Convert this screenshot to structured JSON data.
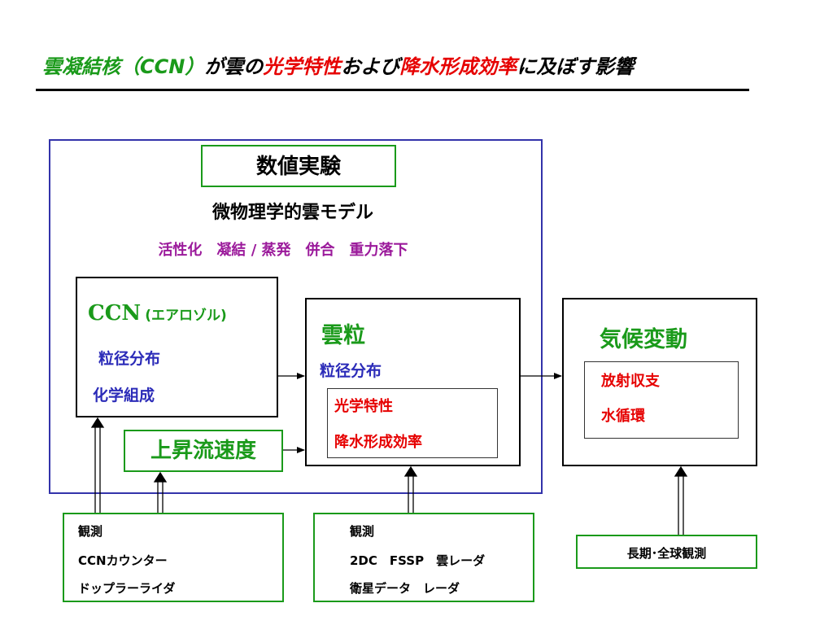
{
  "title": {
    "part1": "雲凝結核（CCN）",
    "part2": "が雲の",
    "part3": "光学特性",
    "part4": "および",
    "part5": "降水形成効率",
    "part6": "に及ぼす影響"
  },
  "numerical": {
    "heading": "数値実験",
    "model": "微物理学的雲モデル",
    "processes": "活性化　凝結 / 蒸発　併合　重力落下"
  },
  "ccn_box": {
    "title_main": "CCN",
    "title_sub": "(エアロゾル)",
    "item1": "粒径分布",
    "item2": "化学組成"
  },
  "updraft": "上昇流速度",
  "cloud_box": {
    "title": "雲粒",
    "item1": "粒径分布",
    "inner1": "光学特性",
    "inner2": "降水形成効率"
  },
  "climate_box": {
    "title": "気候変動",
    "inner1": "放射収支",
    "inner2": "水循環"
  },
  "obs_left": {
    "heading": "観測",
    "line1": "CCNカウンター",
    "line2": "ドップラーライダ"
  },
  "obs_mid": {
    "heading": "観測",
    "line1": "2DC　FSSP　雲レーダ",
    "line2": "衛星データ　レーダ"
  },
  "obs_right": "長期･全球観測",
  "colors": {
    "green": "#1a9a1a",
    "red": "#e60000",
    "blue": "#2b2bb8",
    "purple": "#9b1a9b",
    "frame_blue": "#3333aa"
  }
}
